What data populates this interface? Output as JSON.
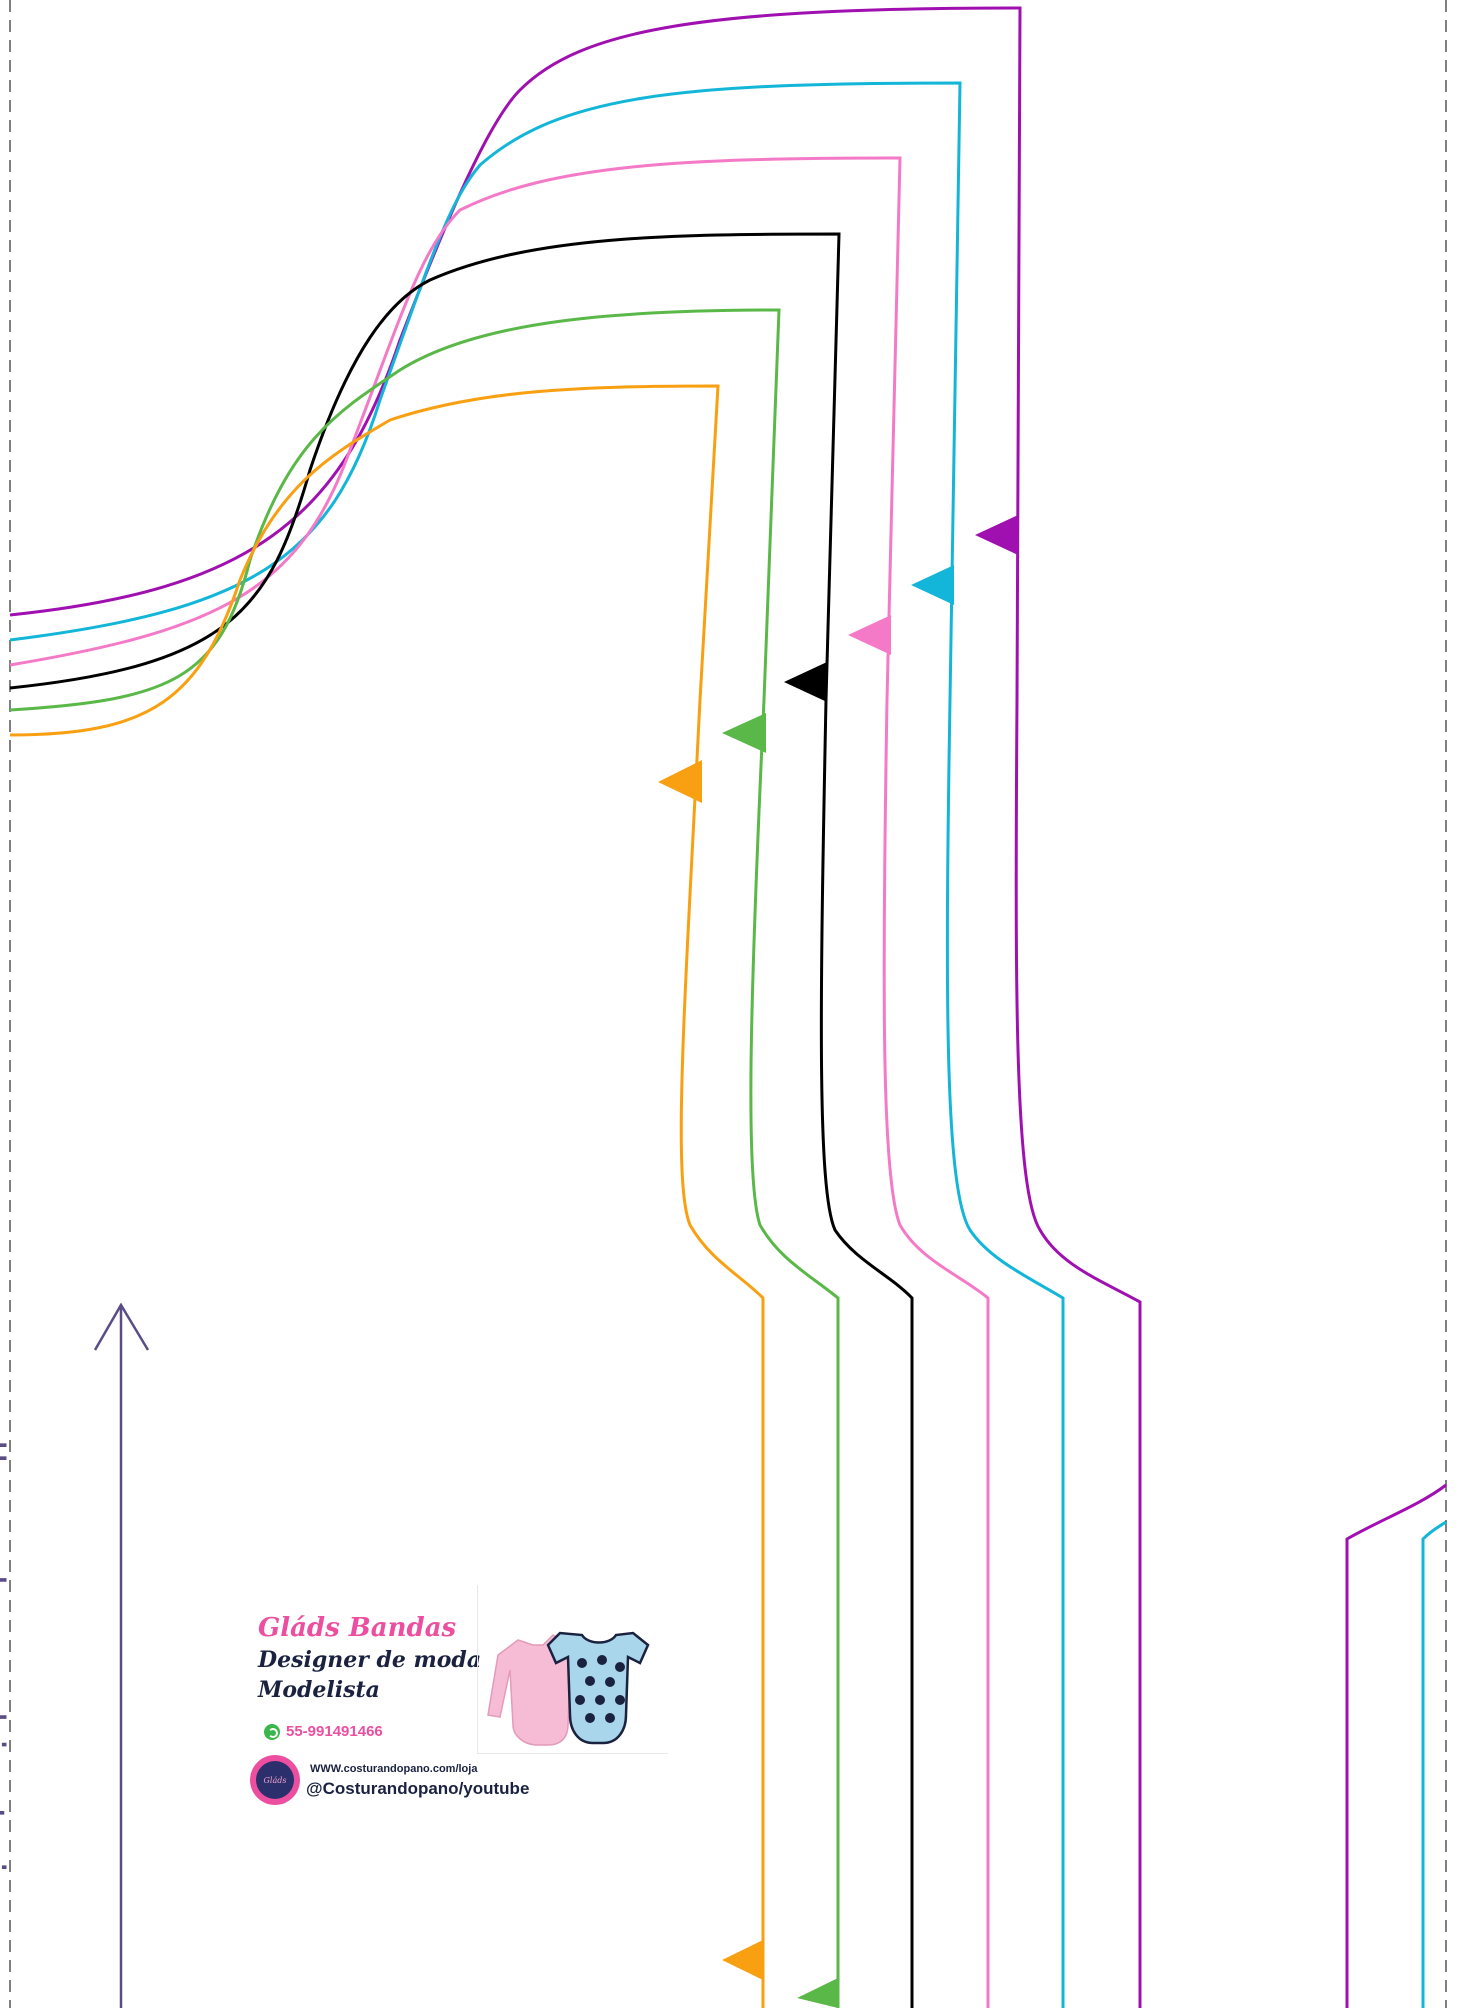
{
  "side_label": "proprio tecido ou de malha",
  "brand": {
    "name": "Gláds Bandas",
    "role_line1": "Designer de moda",
    "role_line2": "Modelista",
    "phone": "55-991491466",
    "website": "WWW.costurandopano.com/loja",
    "social": "@Costurandopano/youtube",
    "logo_text": "Gláds"
  },
  "pattern": {
    "size_colors": [
      "#a010b0",
      "#13b6d8",
      "#f47ac8",
      "#000000",
      "#5ab848",
      "#f8a012"
    ],
    "grainline_color": "#5a4d85",
    "border_style": "dashed"
  },
  "icons": {
    "phone": "whatsapp-icon",
    "grainline": "grainline-arrow-icon",
    "notch": "notch-triangle-icon",
    "product": "baby-onesie-icon"
  }
}
